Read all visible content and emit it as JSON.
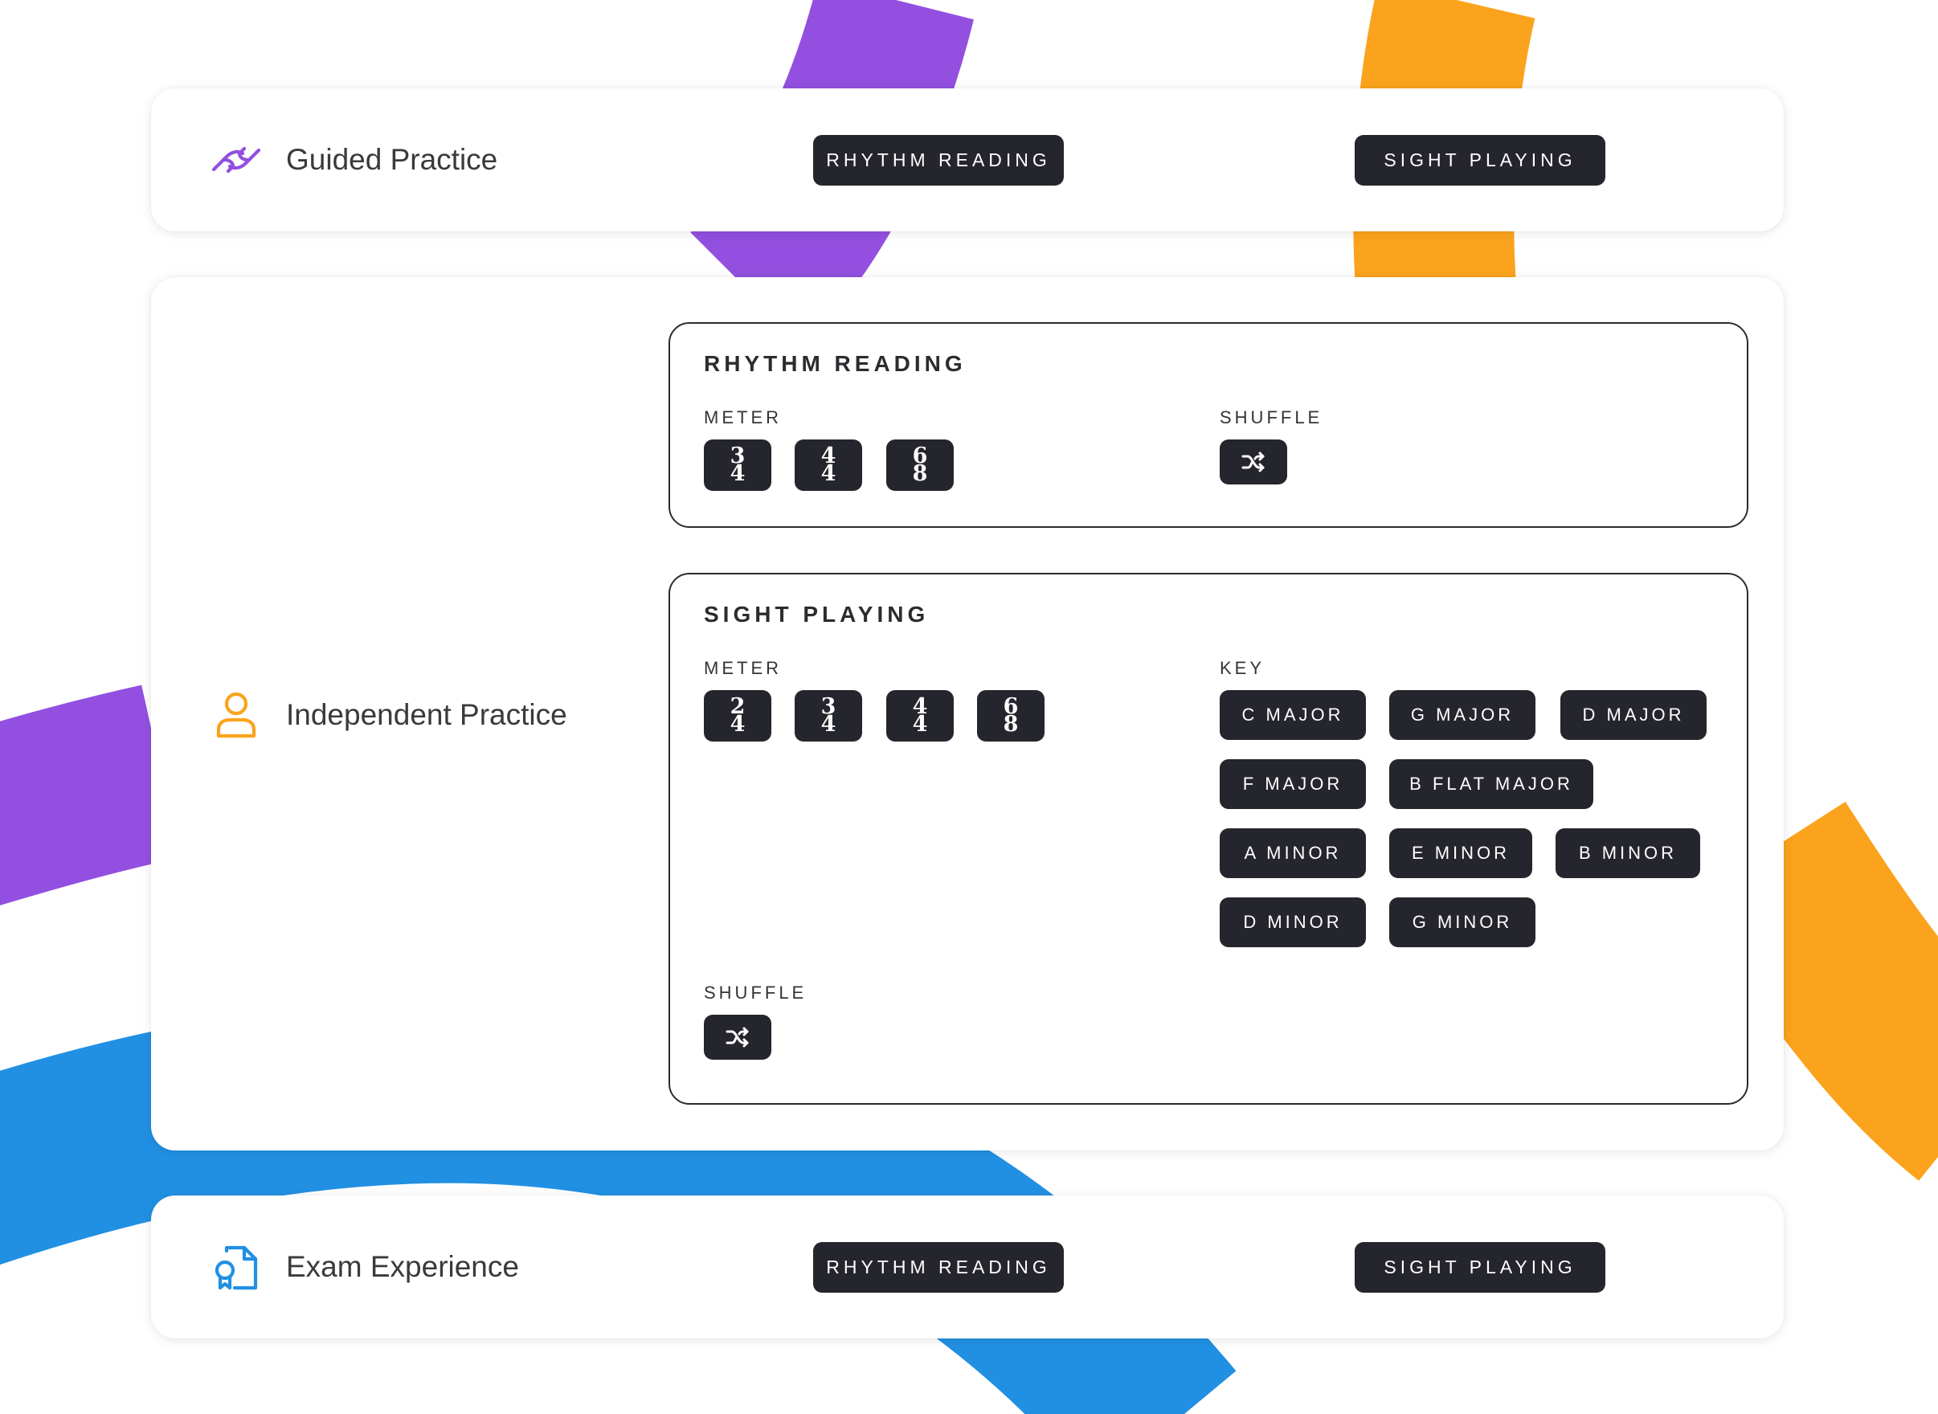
{
  "colors": {
    "button_bg": "#25252d",
    "purple": "#9350e0",
    "orange": "#fba31c",
    "blue": "#2190e3"
  },
  "guided": {
    "icon": "holding-hands-icon",
    "label": "Guided Practice",
    "rhythm_button": "RHYTHM READING",
    "sight_button": "SIGHT PLAYING"
  },
  "independent": {
    "icon": "user-icon",
    "label": "Independent Practice",
    "rhythm": {
      "title": "RHYTHM READING",
      "meter_label": "METER",
      "meters": [
        {
          "top": "3",
          "bottom": "4"
        },
        {
          "top": "4",
          "bottom": "4"
        },
        {
          "top": "6",
          "bottom": "8"
        }
      ],
      "shuffle_label": "SHUFFLE",
      "shuffle_icon": "shuffle-icon"
    },
    "sight": {
      "title": "SIGHT PLAYING",
      "meter_label": "METER",
      "meters": [
        {
          "top": "2",
          "bottom": "4"
        },
        {
          "top": "3",
          "bottom": "4"
        },
        {
          "top": "4",
          "bottom": "4"
        },
        {
          "top": "6",
          "bottom": "8"
        }
      ],
      "key_label": "KEY",
      "keys": [
        "C MAJOR",
        "G MAJOR",
        "D MAJOR",
        "F MAJOR",
        "B FLAT MAJOR",
        "A MINOR",
        "E MINOR",
        "B MINOR",
        "D MINOR",
        "G MINOR"
      ],
      "shuffle_label": "SHUFFLE",
      "shuffle_icon": "shuffle-icon"
    }
  },
  "exam": {
    "icon": "certificate-document-icon",
    "label": "Exam Experience",
    "rhythm_button": "RHYTHM READING",
    "sight_button": "SIGHT PLAYING"
  }
}
